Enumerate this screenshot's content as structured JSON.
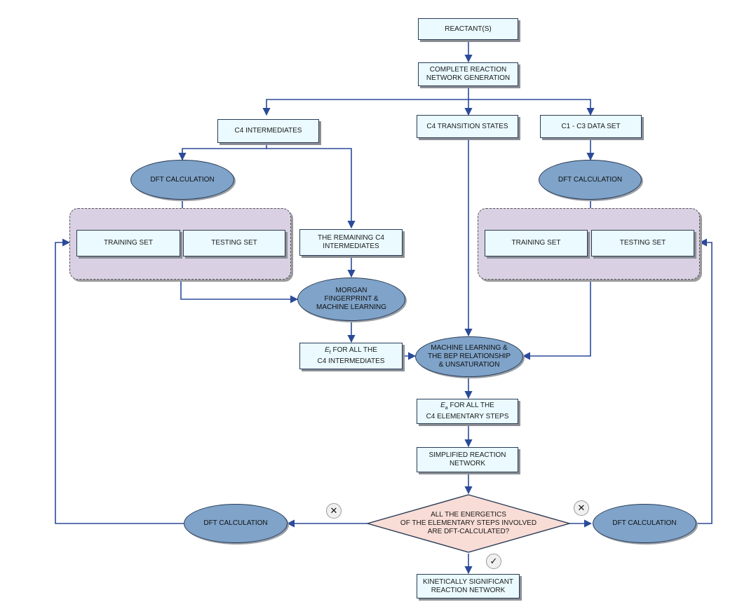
{
  "nodes": {
    "reactants": "REACTANT(S)",
    "complete_network": "COMPLETE REACTION\nNETWORK GENERATION",
    "c4_intermediates": "C4 INTERMEDIATES",
    "c4_transition_states": "C4 TRANSITION STATES",
    "c1_c3_data_set": "C1 - C3 DATA SET",
    "dft_left": "DFT CALCULATION",
    "dft_right": "DFT CALCULATION",
    "training_left": "TRAINING SET",
    "testing_left": "TESTING SET",
    "training_right": "TRAINING SET",
    "testing_right": "TESTING SET",
    "remaining_c4": "THE REMAINING C4\nINTERMEDIATES",
    "morgan_ml": "MORGAN\nFINGERPRINT &\nMACHINE LEARNING",
    "ef_c4_intermediates_sym": "E",
    "ef_c4_intermediates_sub": "f",
    "ef_c4_intermediates": " FOR ALL THE\nC4 INTERMEDIATES",
    "ml_bep": "MACHINE LEARNING &\nTHE BEP RELATIONSHIP\n& UNSATURATION",
    "ea_c4_steps_sym": "E",
    "ea_c4_steps_sub": "a",
    "ea_c4_steps": " FOR ALL THE\nC4 ELEMENTARY STEPS",
    "simplified_network": "SIMPLIFIED REACTION\nNETWORK",
    "decision": "ALL THE ENERGETICS\nOF THE ELEMENTARY STEPS INVOLVED\nARE DFT-CALCULATED?",
    "dft_bottom_left": "DFT CALCULATION",
    "dft_bottom_right": "DFT CALCULATION",
    "kinetically_significant": "KINETICALLY SIGNIFICANT\nREACTION NETWORK"
  },
  "badges": {
    "no_left": "✕",
    "no_right": "✕",
    "yes": "✓"
  },
  "colors": {
    "box_fill": "#eafaff",
    "ellipse_fill": "#7fa3c9",
    "group_fill": "#d9d1e3",
    "diamond_fill": "#f8dcd6",
    "arrow": "#2b4a9a"
  }
}
